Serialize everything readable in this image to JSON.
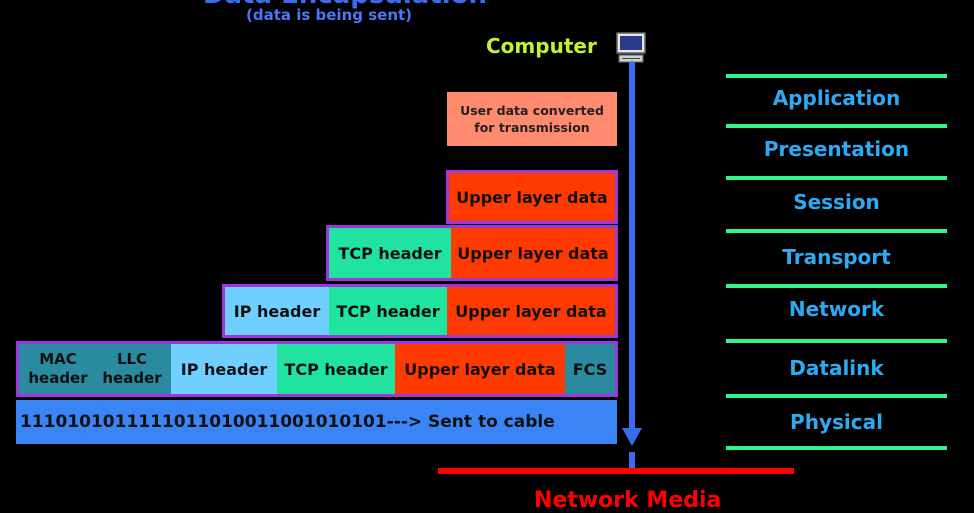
{
  "title": "Data Encapsulation",
  "subtitle": "(data is being sent)",
  "computer": {
    "label": "Computer"
  },
  "note": "User data converted for transmission",
  "stack_rows": [
    [
      "Upper layer data"
    ],
    [
      "TCP header",
      "Upper layer data"
    ],
    [
      "IP header",
      "TCP header",
      "Upper layer data"
    ]
  ],
  "frame_row": {
    "mac": "MAC header",
    "llc": "LLC header",
    "ip": "IP header",
    "tcp": "TCP header",
    "upper": "Upper layer data",
    "fcs": "FCS"
  },
  "bits": "1110101011111011010011001010101---> Sent to cable",
  "network_media": "Network Media",
  "osi_layers": [
    "Application",
    "Presentation",
    "Session",
    "Transport",
    "Network",
    "Datalink",
    "Physical"
  ],
  "colors": {
    "upper": "#ff3a00",
    "tcp": "#1fe39e",
    "ip": "#6fd0ff",
    "mac": "#2a8aa0",
    "bits": "#3a84f5",
    "osi_text": "#2eaaf2",
    "osi_line": "#32f58a",
    "frame_border": "#9c37e0",
    "arrow": "#3a6cf0",
    "media": "#ff0000"
  }
}
